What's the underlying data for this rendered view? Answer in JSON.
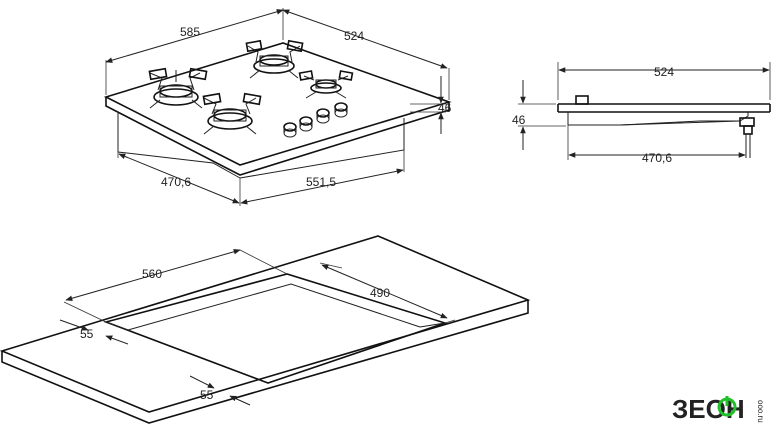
{
  "dimensions": {
    "top_width": "585",
    "top_depth": "524",
    "top_height": "46",
    "bottom_depth": "470,6",
    "bottom_width": "551,5",
    "side_depth": "524",
    "side_height": "46",
    "side_bottom": "470,6",
    "cutout_width": "560",
    "cutout_depth": "490",
    "cutout_margin_back": "55",
    "cutout_margin_front": "55"
  },
  "logo": {
    "brand": "ЗЕОН",
    "tagline": "ooo.ru"
  }
}
